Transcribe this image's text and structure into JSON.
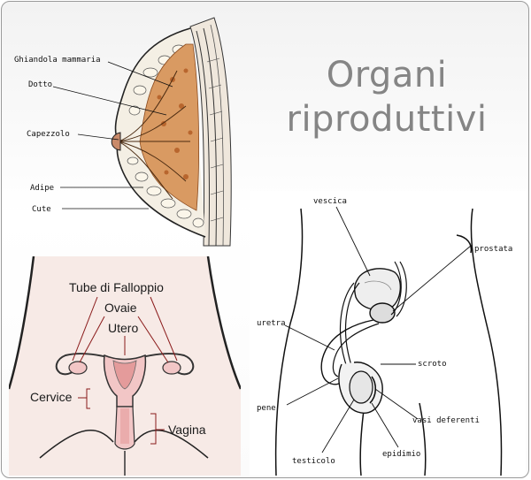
{
  "title": {
    "line1": "Organi",
    "line2": "riproduttivi"
  },
  "breast": {
    "labels": {
      "ghiandola": "Ghiandola mammaria",
      "dotto": "Dotto",
      "capezzolo": "Capezzolo",
      "adipe": "Adipe",
      "cute": "Cute"
    }
  },
  "female": {
    "labels": {
      "tube": "Tube di Falloppio",
      "ovaie": "Ovaie",
      "utero": "Utero",
      "cervice": "Cervice",
      "vagina": "Vagina"
    }
  },
  "male": {
    "labels": {
      "vescica": "vescica",
      "prostata": "prostata",
      "uretra": "uretra",
      "scroto": "scroto",
      "pene": "pene",
      "vasi": "vasi deferenti",
      "testicolo": "testicolo",
      "epidimio": "epidimio"
    }
  },
  "colors": {
    "tissue": "#d99a62",
    "tissue_dark": "#b8662e",
    "uterus": "#f2c6c6",
    "uterus_inner": "#e49b9b",
    "female_bg": "#f7eae6"
  }
}
